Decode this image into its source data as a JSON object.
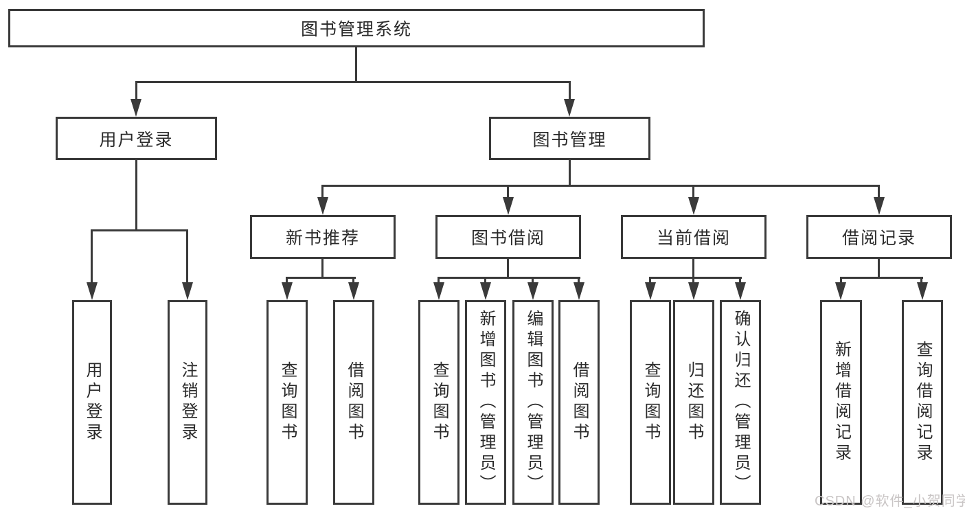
{
  "tree": {
    "label": "图书管理系统",
    "children": [
      {
        "label": "用户登录",
        "children": [
          {
            "label": "用户登录"
          },
          {
            "label": "注销登录"
          }
        ]
      },
      {
        "label": "图书管理",
        "children": [
          {
            "label": "新书推荐",
            "children": [
              {
                "label": "查询图书"
              },
              {
                "label": "借阅图书"
              }
            ]
          },
          {
            "label": "图书借阅",
            "children": [
              {
                "label": "查询图书"
              },
              {
                "label": "新增图书（管理员）"
              },
              {
                "label": "编辑图书（管理员）"
              },
              {
                "label": "借阅图书"
              }
            ]
          },
          {
            "label": "当前借阅",
            "children": [
              {
                "label": "查询图书"
              },
              {
                "label": "归还图书"
              },
              {
                "label": "确认归还（管理员）"
              }
            ]
          },
          {
            "label": "借阅记录",
            "children": [
              {
                "label": "新增借阅记录"
              },
              {
                "label": "查询借阅记录"
              }
            ]
          }
        ]
      }
    ]
  },
  "watermark": {
    "text": "CSDN @软件_小贺同学",
    "color": "#c9c5c5"
  },
  "colors": {
    "line": "#3a3a3a",
    "text": "#2a2a2a",
    "box_background": "#ffffff",
    "page_background": "#ffffff"
  }
}
